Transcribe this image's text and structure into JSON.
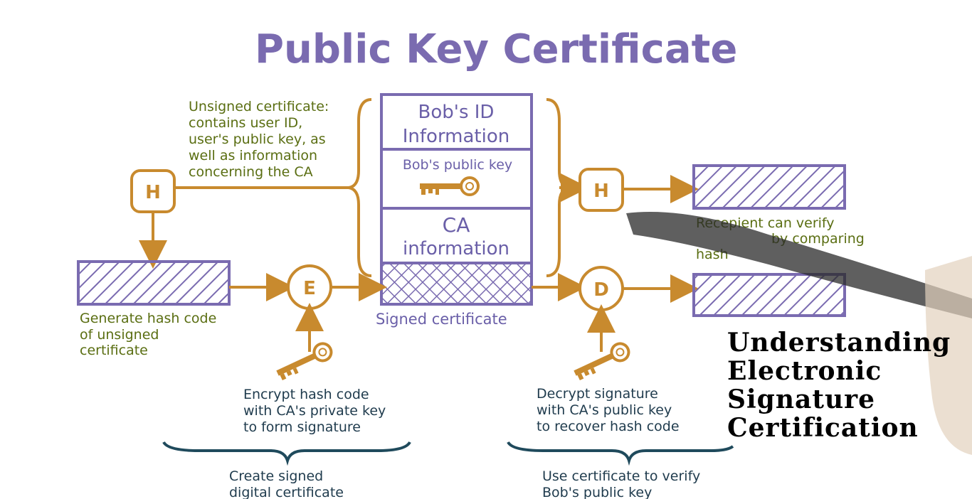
{
  "title": "Public Key Certificate",
  "certificate": {
    "row1": [
      "Bob's ID",
      "Information"
    ],
    "row2": "Bob's public key",
    "row3": [
      "CA",
      "information"
    ],
    "caption": "Signed certificate"
  },
  "notes": {
    "unsigned": [
      "Unsigned certificate:",
      "contains user ID,",
      "user's public key, as",
      "well as information",
      "concerning the CA"
    ],
    "generate_hash": [
      "Generate hash code",
      "of unsigned",
      "certificate"
    ],
    "encrypt": [
      "Encrypt hash code",
      "with CA's private key",
      "to form signature"
    ],
    "decrypt": [
      "Decrypt signature",
      "with CA's public key",
      "to recover hash code"
    ],
    "recipient": [
      "Recepient can verify",
      "by comparing",
      "hash"
    ]
  },
  "nodes": {
    "hash_left": "H",
    "encrypt": "E",
    "hash_right": "H",
    "decrypt": "D"
  },
  "groups": {
    "create": [
      "Create signed",
      "digital certificate"
    ],
    "use": [
      "Use certificate to verify",
      "Bob's public key"
    ]
  },
  "overlay": [
    "Understanding",
    "Electronic",
    "Signature",
    "Certification"
  ],
  "icons": [
    "key-icon",
    "hatched-hash-box",
    "pointer-pen"
  ],
  "colors": {
    "purple": "#7a6bb0",
    "orange": "#c88a2e",
    "green": "#5a6e12",
    "navy": "#1f4a5c"
  }
}
